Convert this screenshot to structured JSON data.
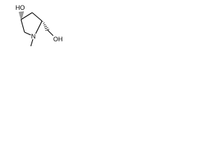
{
  "molecule": {
    "atoms": {
      "hydroxyl_top": "HO",
      "nitrogen": "N",
      "hydroxyl_right": "OH"
    },
    "colors": {
      "bond": "#000000",
      "label": "#000000",
      "background": "#ffffff"
    }
  }
}
